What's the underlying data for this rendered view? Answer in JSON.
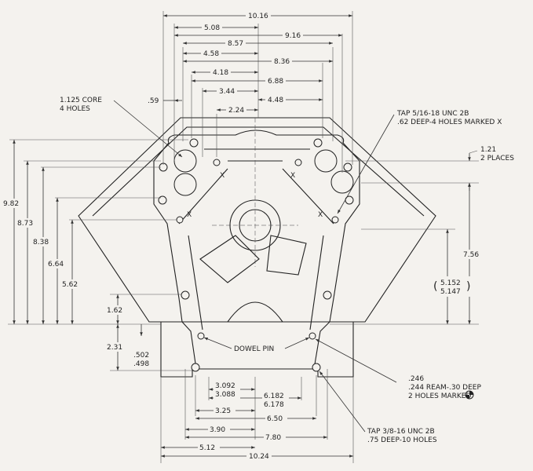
{
  "top_dims": [
    "10.16",
    "5.08",
    "9.16",
    "8.57",
    "4.58",
    "8.36",
    "4.18",
    "6.88",
    "3.44",
    "2.24",
    "4.48"
  ],
  "left_dims": [
    "9.82",
    "8.73",
    "8.38",
    "6.64",
    "5.62",
    "1.62",
    "2.31"
  ],
  "left_tol": [
    ".502",
    ".498"
  ],
  "right_dims": {
    "places_value": "1.21",
    "places_label": "2 PLACES",
    "height": "7.56",
    "tol_open": "(",
    "tol_upper": "5.152",
    "tol_lower": "5.147",
    "tol_close": ")"
  },
  "bottom_dims": [
    "3.092",
    "3.088",
    "6.182",
    "6.178",
    "3.25",
    "6.50",
    "3.90",
    "7.80",
    "5.12",
    "10.24"
  ],
  "callouts": {
    "core_1": "1.125 CORE",
    "core_2": "4 HOLES",
    "core_offset": ".59",
    "tap_top_1": "TAP 5/16-18 UNC 2B",
    "tap_top_2": ".62 DEEP-4 HOLES MARKED X",
    "dowel": "DOWEL PIN",
    "ream_1": ".246",
    "ream_2": ".244 REAM-.30 DEEP",
    "ream_3": "2 HOLES MARKED",
    "tap_bot_1": "TAP 3/8-16 UNC 2B",
    "tap_bot_2": ".75 DEEP-10 HOLES",
    "mark_x": "X"
  }
}
